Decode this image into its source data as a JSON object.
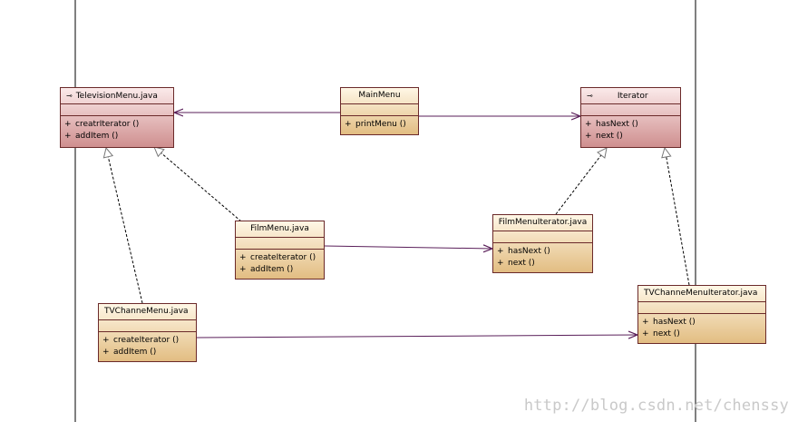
{
  "classes": {
    "television_menu": {
      "name": "TelevisionMenu.java",
      "icon": "interface-icon",
      "ops": [
        {
          "vis": "+",
          "label": "creatrIterator ()"
        },
        {
          "vis": "+",
          "label": "addItem ()"
        }
      ]
    },
    "main_menu": {
      "name": "MainMenu",
      "ops": [
        {
          "vis": "+",
          "label": "printMenu ()"
        }
      ]
    },
    "iterator": {
      "name": "Iterator",
      "icon": "interface-icon",
      "ops": [
        {
          "vis": "+",
          "label": "hasNext ()"
        },
        {
          "vis": "+",
          "label": "next ()"
        }
      ]
    },
    "film_menu": {
      "name": "FilmMenu.java",
      "ops": [
        {
          "vis": "+",
          "label": "createIterator ()"
        },
        {
          "vis": "+",
          "label": "addItem ()"
        }
      ]
    },
    "film_menu_iterator": {
      "name": "FilmMenuIterator.java",
      "ops": [
        {
          "vis": "+",
          "label": "hasNext ()"
        },
        {
          "vis": "+",
          "label": "next ()"
        }
      ]
    },
    "tvchanne_menu": {
      "name": "TVChanneMenu.java",
      "ops": [
        {
          "vis": "+",
          "label": "createIterator ()"
        },
        {
          "vis": "+",
          "label": "addItem ()"
        }
      ]
    },
    "tvchanne_menu_iterator": {
      "name": "TVChanneMenuIterator.java",
      "ops": [
        {
          "vis": "+",
          "label": "hasNext ()"
        },
        {
          "vis": "+",
          "label": "next ()"
        }
      ]
    }
  },
  "colors": {
    "interface_fill": "#cf8f8f",
    "class_fill": "#e2bd82",
    "line": "#5a1f5a",
    "border": "#6b2a2a"
  },
  "watermark": "http://blog.csdn.net/chenssy"
}
